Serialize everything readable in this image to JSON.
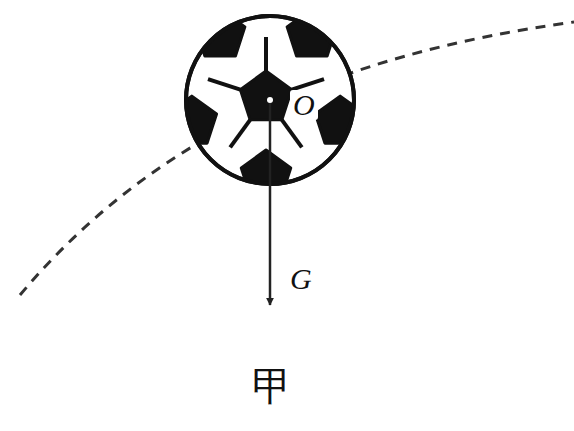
{
  "diagram": {
    "caption": "甲",
    "labels": [
      "O",
      "G"
    ]
  }
}
